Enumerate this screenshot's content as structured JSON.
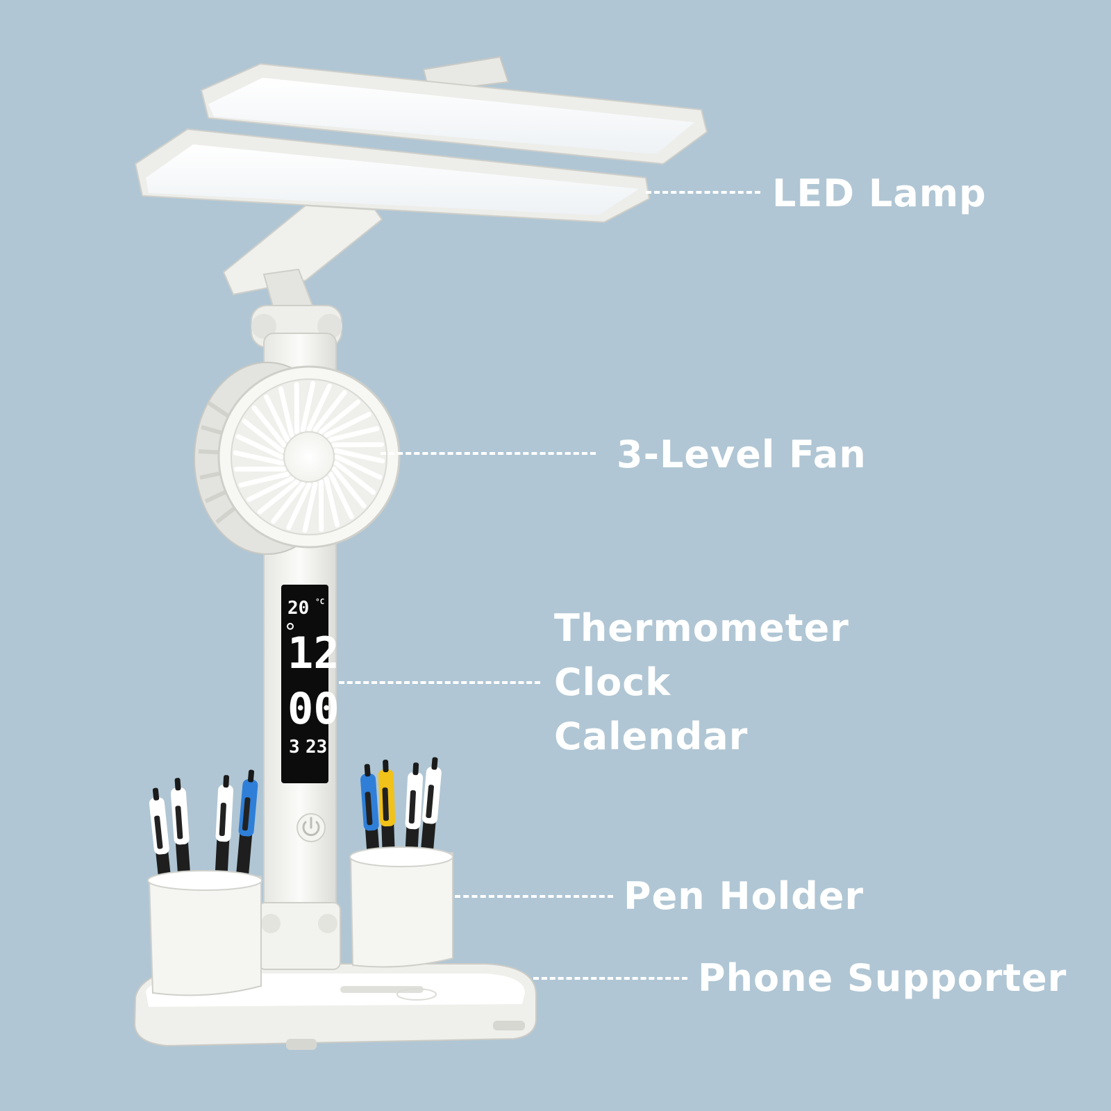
{
  "labels": {
    "led_lamp": "LED Lamp",
    "fan": "3-Level Fan",
    "thermometer": "Thermometer",
    "clock": "Clock",
    "calendar": "Calendar",
    "pen_holder": "Pen Holder",
    "phone_supporter": "Phone Supporter"
  },
  "display": {
    "temperature": "20",
    "temp_unit": "°C",
    "hour": "12",
    "minute": "00",
    "month": "3",
    "day": "23"
  },
  "colors": {
    "background": "#b0c6d4",
    "lamp_body": "#f4f4f2",
    "label_text": "#ffffff",
    "lcd_screen": "#0c0c0c",
    "pen_blue": "#2f7fd8",
    "pen_yellow": "#f0c21a"
  }
}
